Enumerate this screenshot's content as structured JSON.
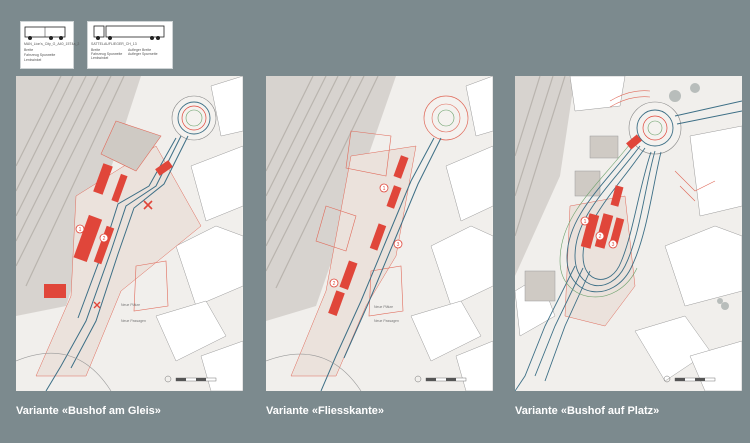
{
  "legend_cards": [
    {
      "vehicle_label": "MAN_Lion's_City_G_A40_15T4a_2",
      "rows": [
        "Breite",
        "Fahrzeug Spurweite",
        "Lenkwinkel"
      ]
    },
    {
      "vehicle_label": "SATTELAUFLIEGER_CH_13",
      "rows": [
        "Breite",
        "Fahrzeug Spurweite",
        "Lenkwinkel",
        "Aufleger Breite",
        "Aufleger Spurweite"
      ]
    }
  ],
  "panels": [
    {
      "caption": "Variante «Bushof am Gleis»",
      "marker_numbers": [
        "1",
        "2"
      ],
      "place_labels": [
        "Neue Plätze",
        "Neue Passagen"
      ]
    },
    {
      "caption": "Variante «Fliesskante»",
      "marker_numbers": [
        "1",
        "2",
        "3"
      ],
      "place_labels": [
        "Neue Plätze",
        "Neue Passagen"
      ]
    },
    {
      "caption": "Variante «Bushof auf Platz»",
      "marker_numbers": [
        "1",
        "2",
        "3"
      ],
      "place_labels": []
    }
  ],
  "colors": {
    "background": "#7c8a8e",
    "plan_base": "#f1efec",
    "rail": "#c9c5c0",
    "building_red": "#e0463a",
    "outline_red": "#e06a5a",
    "bus_track": "#3d6f86"
  }
}
